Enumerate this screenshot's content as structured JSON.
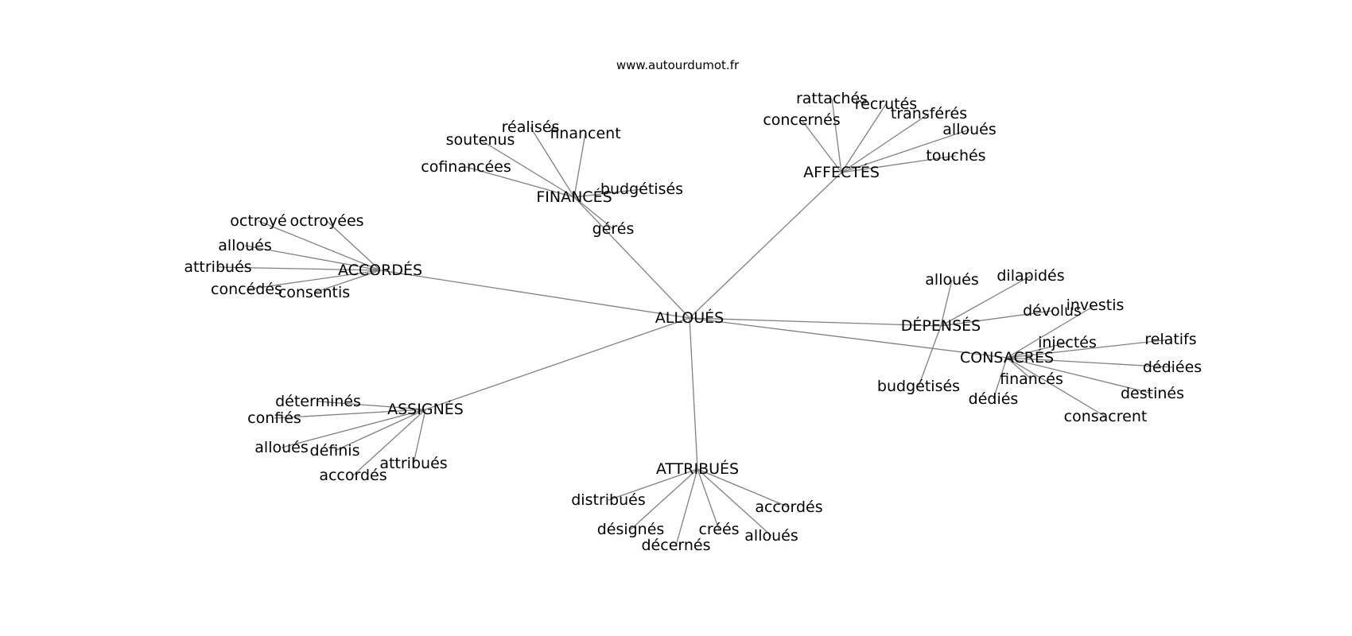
{
  "source": "www.autourdumot.fr",
  "graph": {
    "center": "ALLOUÉS",
    "clusters": [
      {
        "hub": "FINANCÉS",
        "leaves": [
          "réalisés",
          "financent",
          "soutenus",
          "cofinancées",
          "budgétisés",
          "gérés"
        ]
      },
      {
        "hub": "AFFECTÉS",
        "leaves": [
          "rattachés",
          "recrutés",
          "concernés",
          "transférés",
          "alloués",
          "touchés"
        ]
      },
      {
        "hub": "ACCORDÉS",
        "leaves": [
          "octroyé",
          "octroyées",
          "alloués",
          "attribués",
          "concédés",
          "consentis"
        ]
      },
      {
        "hub": "DÉPENSÉS",
        "leaves": [
          "alloués",
          "dilapidés",
          "dévolus",
          "budgétisés"
        ]
      },
      {
        "hub": "CONSACRÉS",
        "leaves": [
          "investis",
          "injectés",
          "relatifs",
          "dédiées",
          "financés",
          "destinés",
          "dédiés",
          "consacrent"
        ]
      },
      {
        "hub": "ASSIGNÉS",
        "leaves": [
          "déterminés",
          "confiés",
          "alloués",
          "définis",
          "attribués",
          "accordés"
        ]
      },
      {
        "hub": "ATTRIBUÉS",
        "leaves": [
          "distribués",
          "accordés",
          "désignés",
          "créés",
          "alloués",
          "décernés"
        ]
      }
    ]
  },
  "colors": {
    "edge": "#808080",
    "text": "#000000",
    "background": "#ffffff"
  }
}
